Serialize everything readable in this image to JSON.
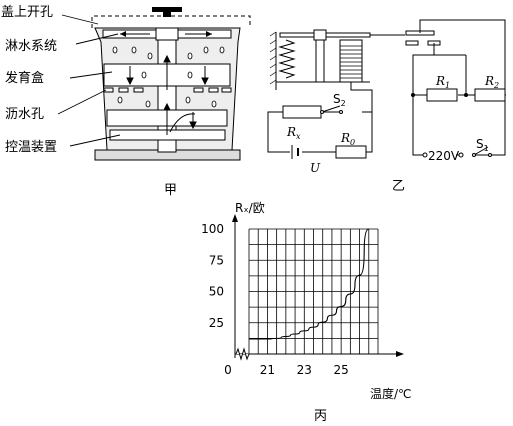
{
  "figure_a": {
    "caption": "甲",
    "labels": {
      "lid_hole": "盖上开孔",
      "spray_system": "淋水系统",
      "grow_box": "发育盒",
      "drain_hole": "沥水孔",
      "temp_control": "控温装置"
    }
  },
  "figure_b": {
    "caption": "乙",
    "labels": {
      "switch_2": "S",
      "switch_2_sub": "2",
      "rx": "R",
      "rx_sub": "x",
      "r0": "R",
      "r0_sub": "0",
      "source_u": "U",
      "r1": "R",
      "r1_sub": "1",
      "r2": "R",
      "r2_sub": "2",
      "supply": "220V",
      "switch_1": "S",
      "switch_1_sub": "1"
    }
  },
  "chart_data": {
    "type": "line",
    "caption": "丙",
    "ylabel": "Rₓ/欧",
    "xlabel": "温度/℃",
    "x_ticks": [
      "0",
      "21",
      "23",
      "25"
    ],
    "y_ticks": [
      100,
      75,
      50,
      25
    ],
    "xlim": [
      20,
      27
    ],
    "ylim": [
      0,
      100
    ],
    "x_axis_break": true,
    "grid": true,
    "series": [
      {
        "x": [
          20,
          21,
          21.5,
          22,
          22.5,
          23,
          23.5,
          24,
          24.5,
          25,
          25.5,
          26,
          26.5
        ],
        "y": [
          12,
          12,
          12.5,
          14,
          16,
          18.5,
          21.5,
          25.5,
          31,
          38,
          48,
          63,
          100
        ]
      }
    ]
  }
}
